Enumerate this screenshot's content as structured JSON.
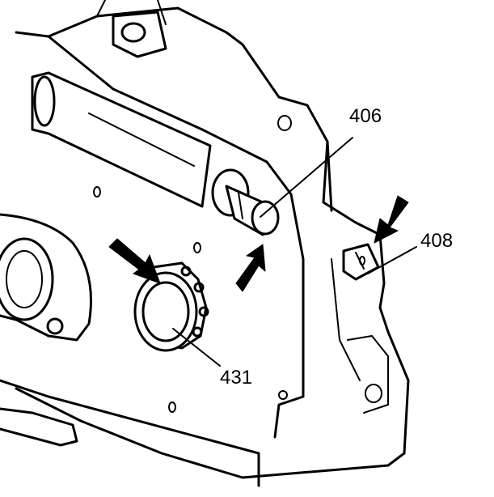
{
  "callouts": {
    "part_406": "406",
    "part_408": "408",
    "part_431": "431"
  },
  "colors": {
    "line": "#000000",
    "background": "#ffffff"
  }
}
